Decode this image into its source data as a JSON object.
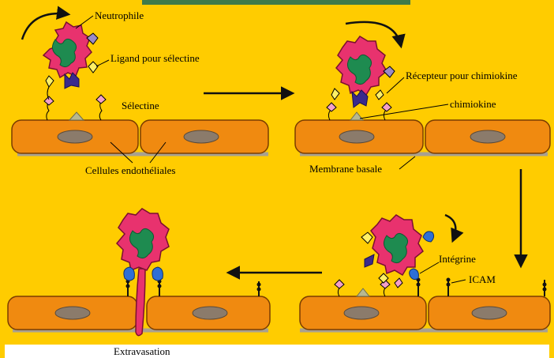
{
  "colors": {
    "background": "#FFCC00",
    "cell": "#F08A10",
    "cell_outline": "#7A3D00",
    "nucleus": "#8B7B6B",
    "membrane": "#A8A090",
    "neutrophil": "#E8326E",
    "neutrophil_nucleus": "#1E8B50",
    "ligand": "#FFF066",
    "selectin": "#F4A0C8",
    "chemokine_receptor": "#3A2A8C",
    "chemokine": "#B8B890",
    "integrin": "#2E6FD6",
    "icam": "#111111",
    "header_bar": "#3F7A4A"
  },
  "labels": {
    "neutrophile": "Neutrophile",
    "ligand": "Ligand pour sélectine",
    "selectine": "Sélectine",
    "cellules": "Cellules endothéliales",
    "recepteur": "Récepteur pour chimiokine",
    "chimiokine": "chimiokine",
    "membrane": "Membrane basale",
    "integrine": "Intégrine",
    "icam": "ICAM",
    "extravasation": "Extravasation"
  }
}
